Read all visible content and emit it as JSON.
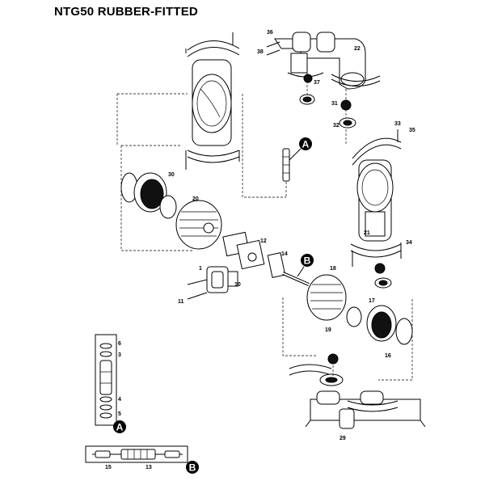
{
  "title": "NTG50 RUBBER-FITTED",
  "callouts": {
    "a": "A",
    "b": "B"
  },
  "part_labels": {
    "p1": "1",
    "p3": "3",
    "p4": "4",
    "p5": "5",
    "p6": "6",
    "p10": "10",
    "p11": "11",
    "p12": "12",
    "p13": "13",
    "p14": "14",
    "p15": "15",
    "p16": "16",
    "p17": "17",
    "p18": "18",
    "p19": "19",
    "p20": "20",
    "p21": "21",
    "p22": "22",
    "p29": "29",
    "p30": "30",
    "p31": "31",
    "p32": "32",
    "p33": "33",
    "p34": "34",
    "p35": "35",
    "p36": "36",
    "p37": "37",
    "p38": "38"
  }
}
